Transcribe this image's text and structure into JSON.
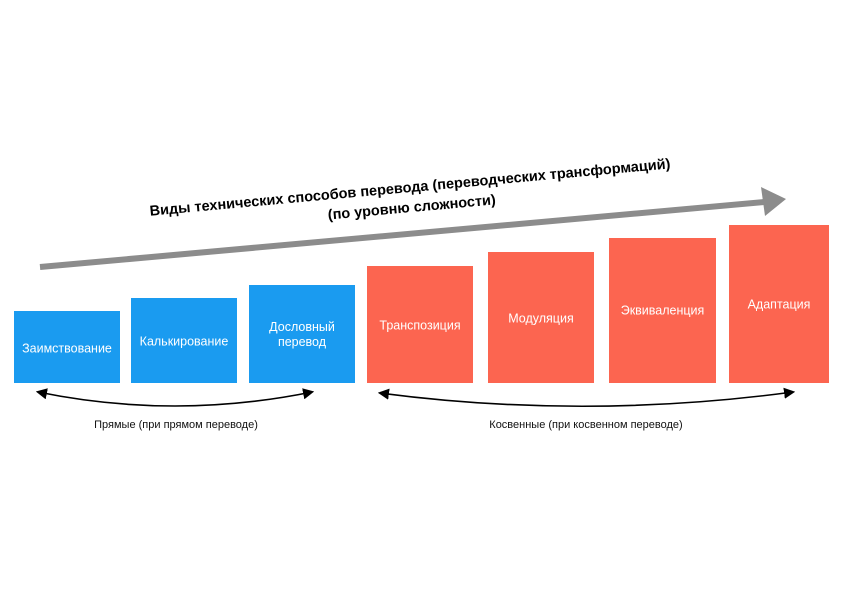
{
  "title": {
    "line1": "Виды технических способов перевода (переводческих трансформаций)",
    "line2": "(по уровню сложности)"
  },
  "colors": {
    "direct": "#1a9bf0",
    "indirect": "#fc6550",
    "arrow": "#8c8c8c",
    "bracket": "#000000"
  },
  "groups": {
    "direct": {
      "label": "Прямые  (при прямом переводе)",
      "blocks": [
        {
          "lines": [
            "Заимствование"
          ]
        },
        {
          "lines": [
            "Калькирование"
          ]
        },
        {
          "lines": [
            "Дословный",
            "перевод"
          ]
        }
      ]
    },
    "indirect": {
      "label": "Косвенные (при косвенном переводе)",
      "blocks": [
        {
          "lines": [
            "Транспозиция"
          ]
        },
        {
          "lines": [
            "Модуляция"
          ]
        },
        {
          "lines": [
            "Эквиваленция"
          ]
        },
        {
          "lines": [
            "Адаптация"
          ]
        }
      ]
    }
  }
}
